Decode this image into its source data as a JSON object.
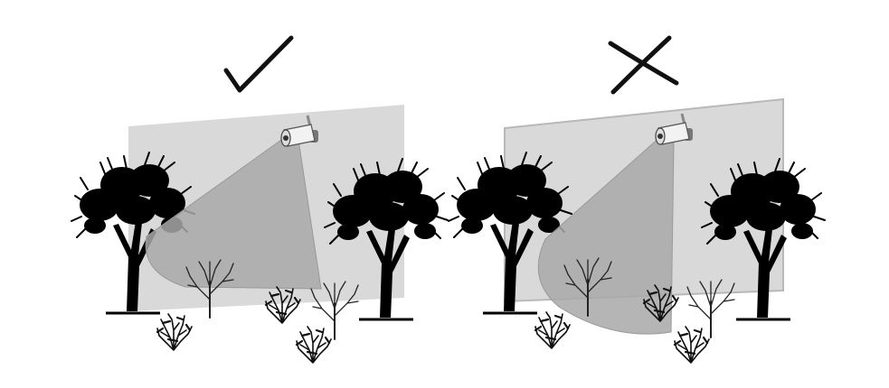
{
  "panels": [
    {
      "id": "correct",
      "verdict": "check",
      "verdict_icon": "checkmark-icon"
    },
    {
      "id": "incorrect",
      "verdict": "cross",
      "verdict_icon": "cross-icon"
    }
  ],
  "colors": {
    "background": "#ffffff",
    "wall": "#d9d9d9",
    "wall_edge": "#b8b8b8",
    "field_of_view": "#a8a8a8",
    "camera": "#f2f2f2",
    "tree": "#000000",
    "mark": "#111111"
  }
}
